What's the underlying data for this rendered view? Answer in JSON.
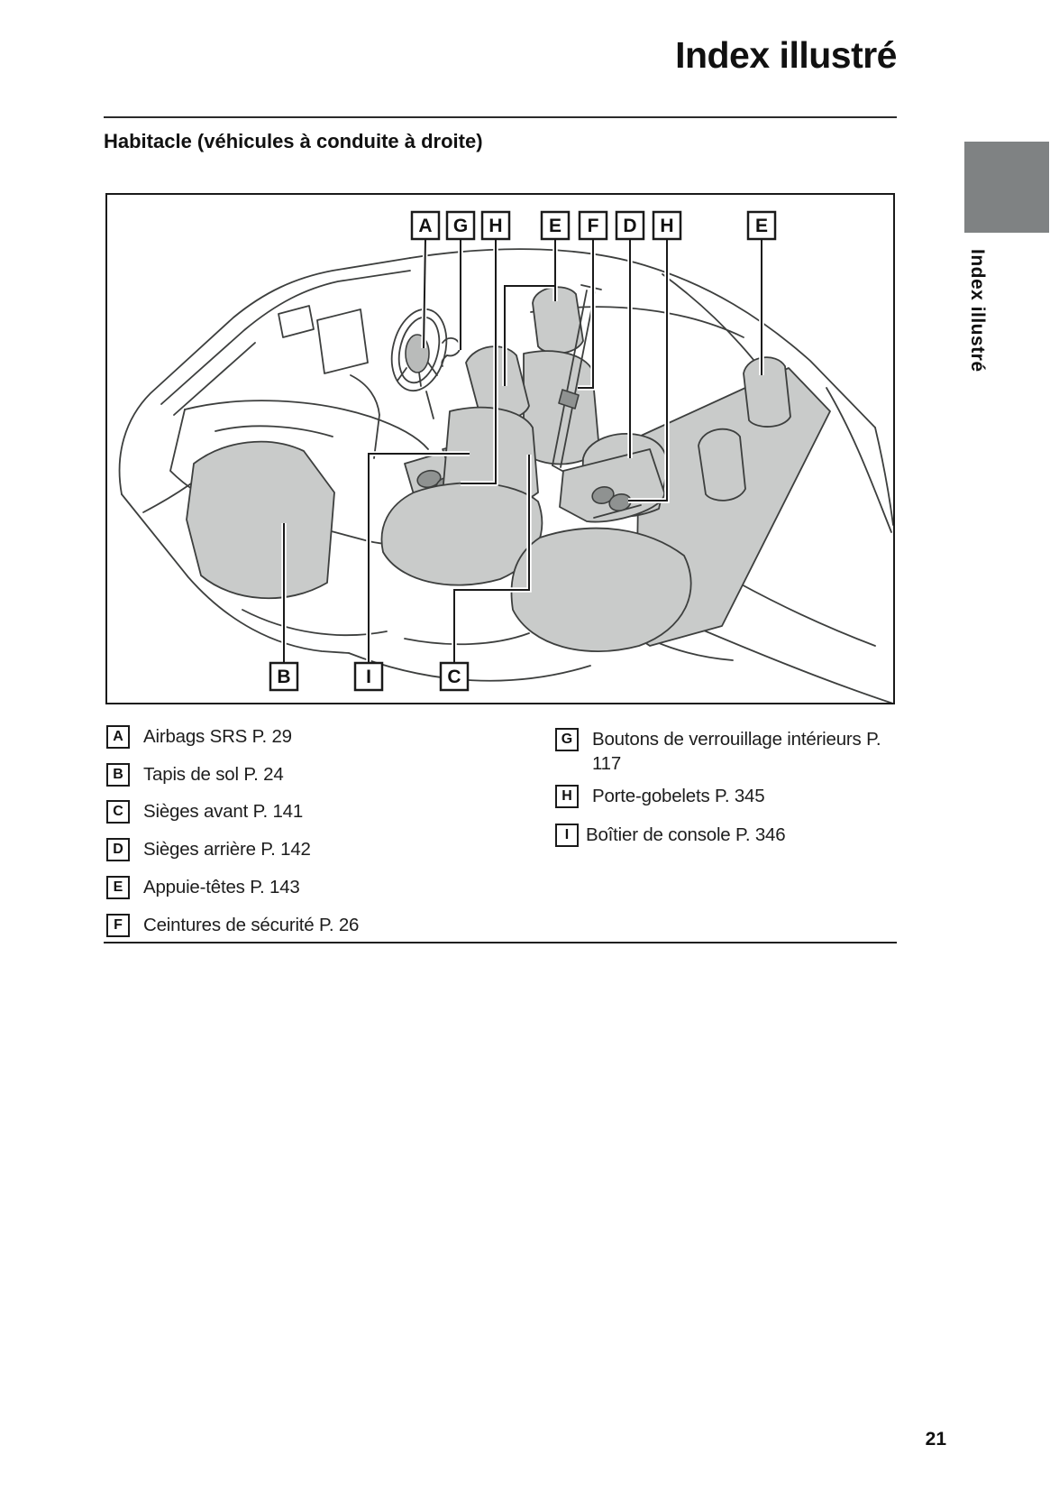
{
  "header": {
    "title": "Index illustré"
  },
  "section": {
    "heading": "Habitacle (véhicules à conduite à droite)"
  },
  "side_tab": {
    "label": "Index illustré",
    "color": "#7f8283"
  },
  "diagram": {
    "description": "Vue en perspective de l'habitacle (conduite à droite)",
    "callouts_top": [
      "A",
      "G",
      "H",
      "E",
      "F",
      "D",
      "H",
      "E"
    ],
    "callouts_bottom": [
      "B",
      "I",
      "C"
    ],
    "colors": {
      "line": "#3d3f3e",
      "seat_fill": "#c9cbca",
      "dark_fill": "#8f9291",
      "leader": "#1a1a1a"
    }
  },
  "legend": {
    "left": [
      {
        "letter": "A",
        "text": "Airbags SRS P. 29"
      },
      {
        "letter": "B",
        "text": "Tapis de sol P. 24"
      },
      {
        "letter": "C",
        "text": "Sièges avant P. 141"
      },
      {
        "letter": "D",
        "text": "Sièges arrière P. 142"
      },
      {
        "letter": "E",
        "text": "Appuie-têtes P. 143"
      },
      {
        "letter": "F",
        "text": "Ceintures de sécurité P. 26"
      }
    ],
    "right": [
      {
        "letter": "G",
        "text": "Boutons de verrouillage intérieurs P. 117"
      },
      {
        "letter": "H",
        "text": "Porte-gobelets P. 345"
      },
      {
        "letter": "I",
        "text": "Boîtier de console P. 346"
      }
    ]
  },
  "footer": {
    "page_number": "21"
  }
}
